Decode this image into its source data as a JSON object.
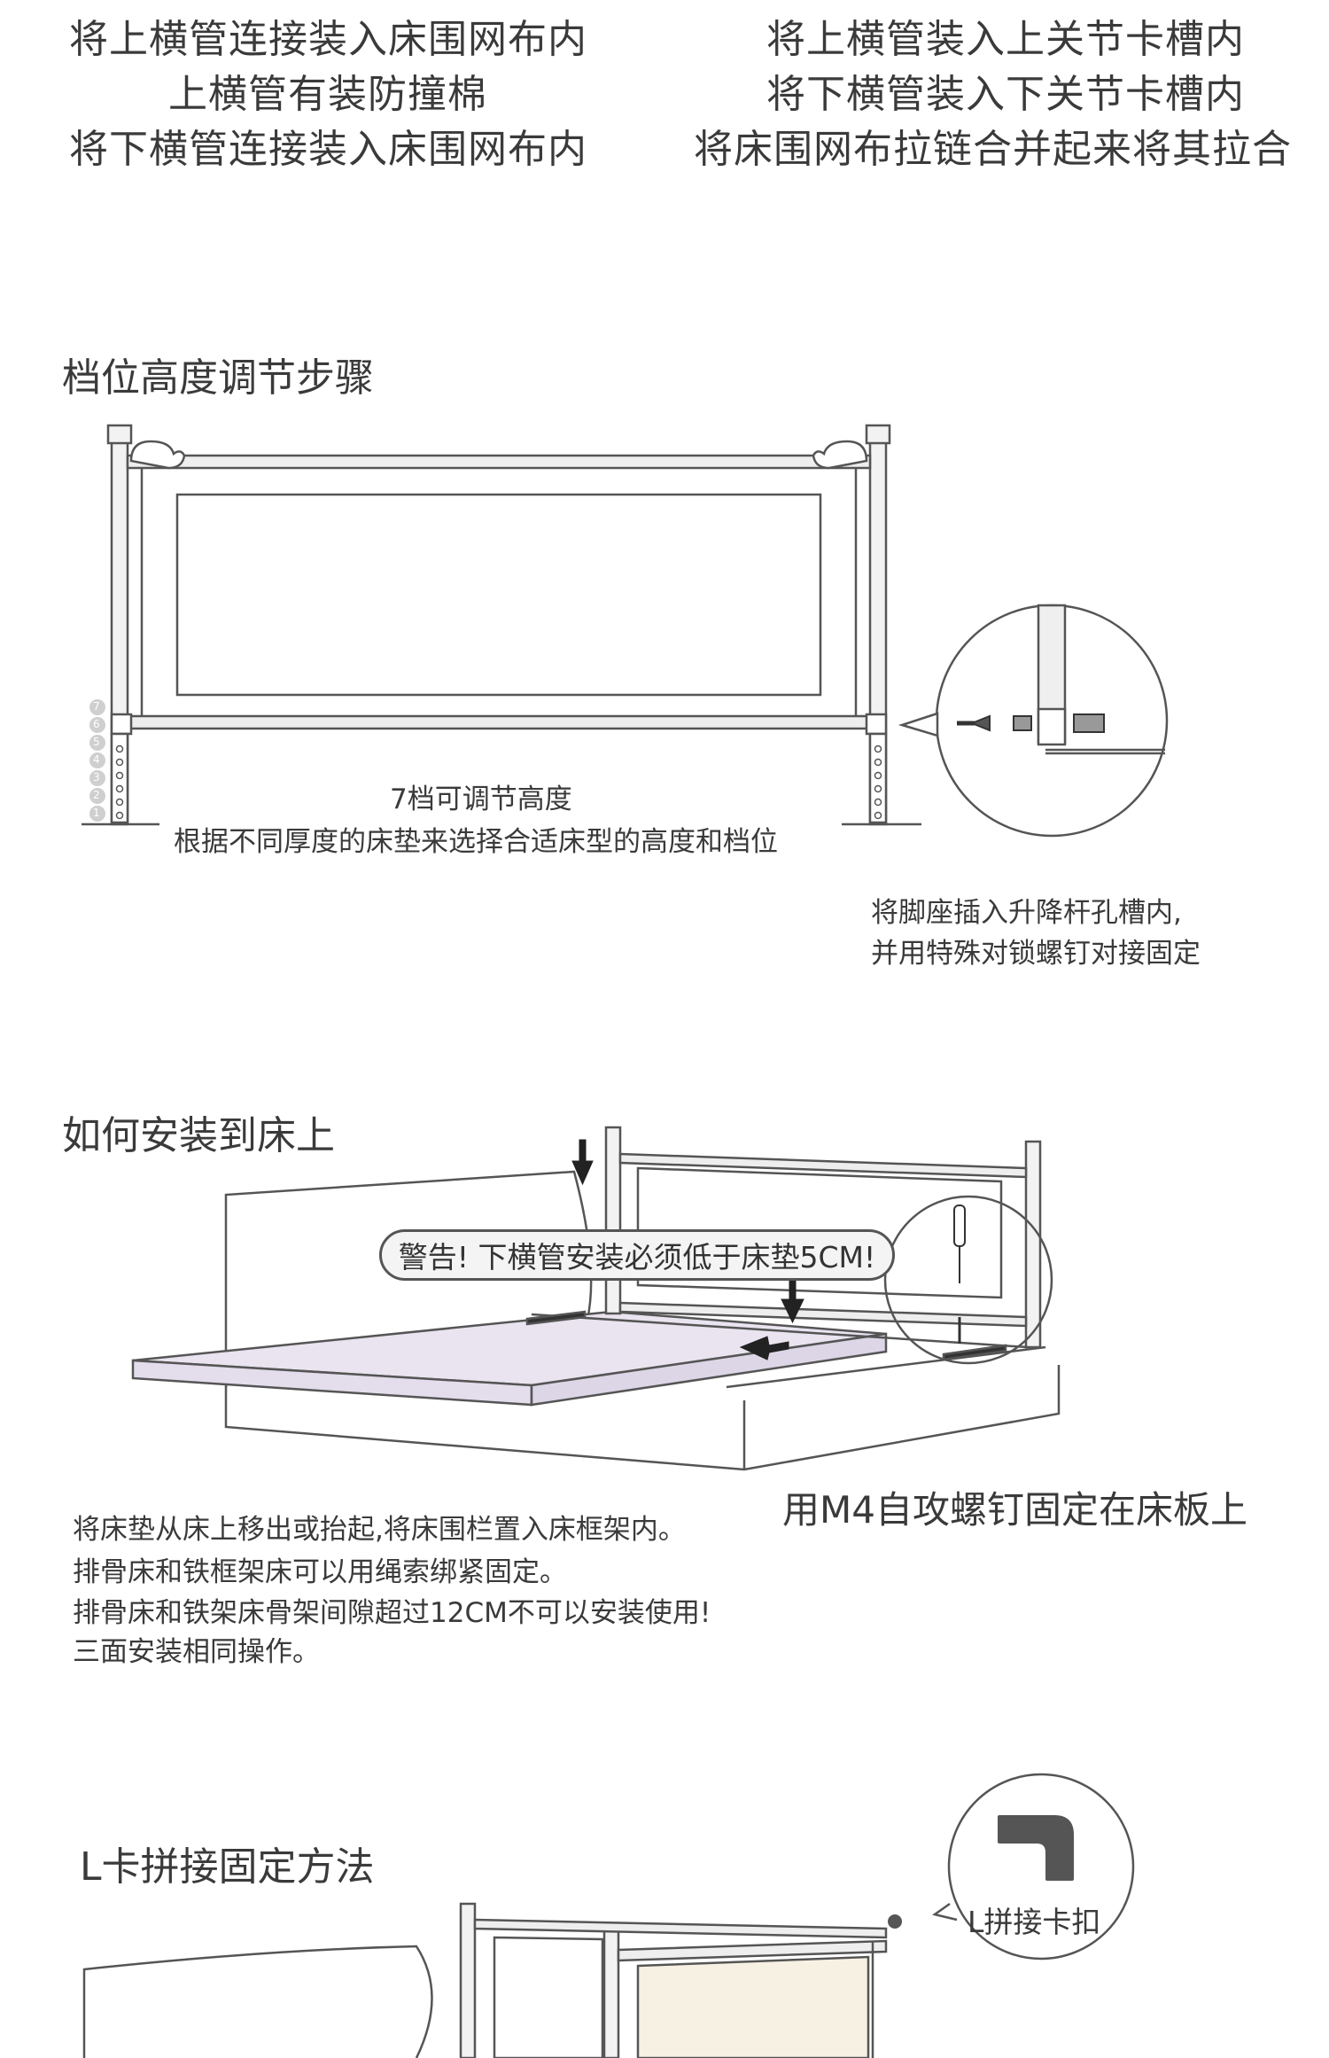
{
  "top": {
    "left": [
      "将上横管连接装入床围网布内",
      "上横管有装防撞棉",
      "将下横管连接装入床围网布内"
    ],
    "right": [
      "将上横管装入上关节卡槽内",
      "将下横管装入下关节卡槽内",
      "将床围网布拉链合并起来将其拉合"
    ]
  },
  "section1": {
    "title": "档位高度调节步骤",
    "gear_caption": "7档可调节高度",
    "thickness_caption": "根据不同厚度的床垫来选择合适床型的高度和档位",
    "detail_caption_1": "将脚座插入升降杆孔槽内,",
    "detail_caption_2": "并用特殊对锁螺钉对接固定",
    "gear_numbers": [
      "7",
      "6",
      "5",
      "4",
      "3",
      "2",
      "1"
    ]
  },
  "section2": {
    "title": "如何安装到床上",
    "warning": "警告!  下横管安装必须低于床垫5CM!",
    "screw_caption": "用M4自攻螺钉固定在床板上",
    "notes": [
      "将床垫从床上移出或抬起,将床围栏置入床框架内。",
      "排骨床和铁框架床可以用绳索绑紧固定。",
      "排骨床和铁架床骨架间隙超过12CM不可以安装使用!",
      "三面安装相同操作。"
    ]
  },
  "section3": {
    "title": "L卡拼接固定方法",
    "clip_label": "L拼接卡扣"
  },
  "colors": {
    "line": "#555555",
    "frame": "#e6e6e6",
    "mattress": "#e9e4f0",
    "panel": "#f7f1e3"
  }
}
